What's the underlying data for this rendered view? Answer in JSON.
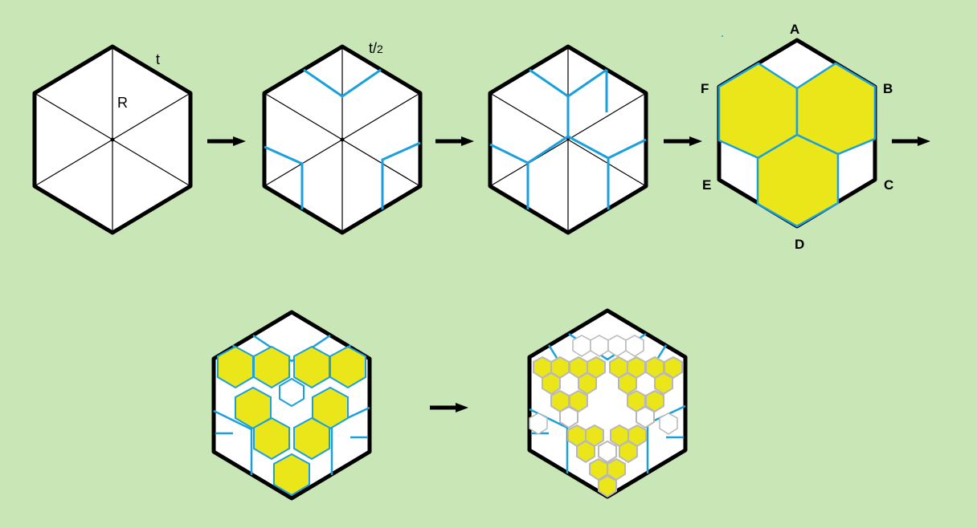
{
  "labels": {
    "radius": "R",
    "side": "t",
    "half_side_num": "t/",
    "half_side_den": "2",
    "vertices": {
      "a": "A",
      "b": "B",
      "c": "C",
      "d": "D",
      "e": "E",
      "f": "F"
    }
  },
  "colors": {
    "background": "#c9e6b6",
    "hex_fill": "#ffffff",
    "hex_outline": "#000000",
    "cut_line": "#1aa0dc",
    "cell_fill": "#ebe61a",
    "small_cell_outline": "#b8b8b8",
    "arrow": "#000000"
  },
  "icons": {
    "arrow": "right-arrow-icon"
  }
}
